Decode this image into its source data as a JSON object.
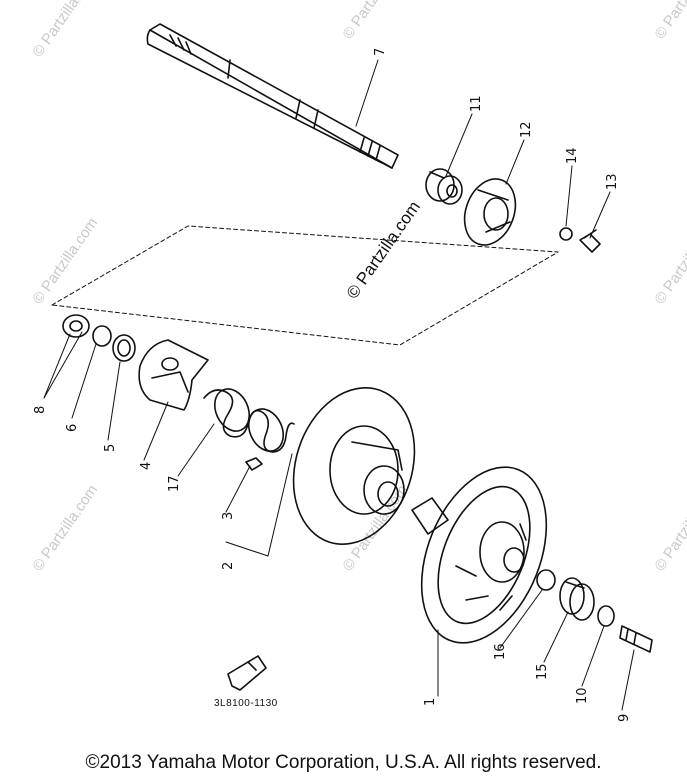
{
  "diagram": {
    "title": "",
    "part_code": "3L8100-1130",
    "callouts": [
      "1",
      "2",
      "3",
      "4",
      "5",
      "6",
      "7",
      "8",
      "9",
      "10",
      "11",
      "12",
      "13",
      "14",
      "15",
      "16",
      "17"
    ],
    "watermark": "© Partzilla.com",
    "copyright": "©2013  Yamaha Motor Corporation, U.S.A. All rights reserved."
  }
}
